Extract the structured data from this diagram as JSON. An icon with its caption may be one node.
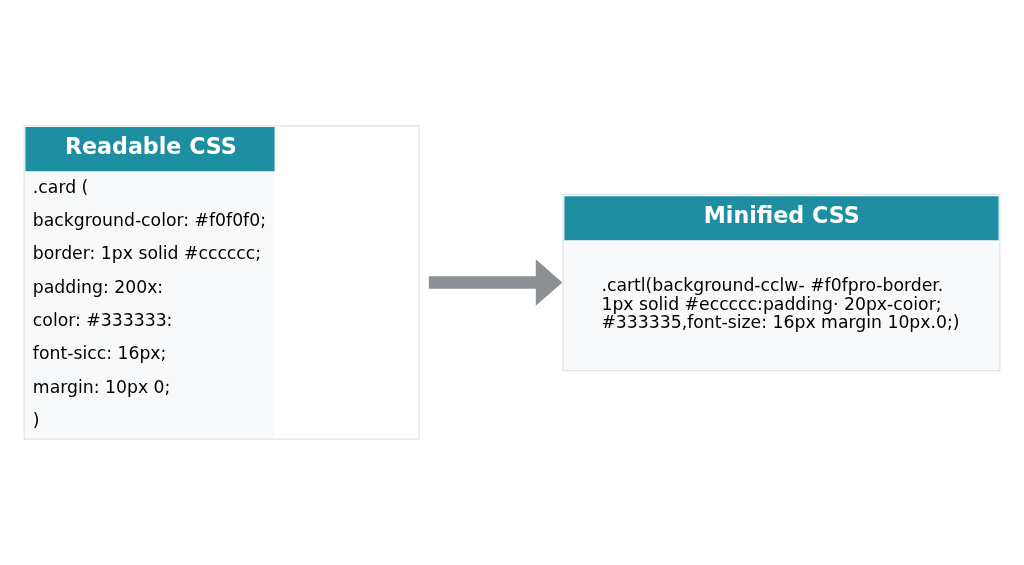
{
  "diagram": {
    "nodes": [
      {
        "text": [
          "Readable CSS",
          ".card (",
          "background-color: #f0f0f0;",
          "border: 1px solid #cccccc;",
          "padding: 200x:",
          "color: #333333:",
          "font-sicc: 16px;",
          "margin: 10px 0;",
          ")"
        ]
      },
      {
        "text": [
          "Minified CSS",
          ".cartl(background-cclw- #f0fpro-border. 1px solid #eccccc:padding· 20px-coior; #333335,font-size: 16px margin 10px.0;)"
        ]
      }
    ],
    "edges": [
      {
        "from": 0,
        "to": 1,
        "arrow": "to"
      }
    ]
  }
}
